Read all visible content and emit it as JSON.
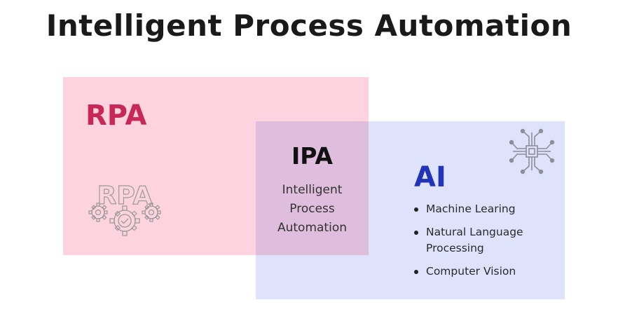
{
  "title": "Intelligent Process Automation",
  "rpa": {
    "heading": "RPA",
    "icon_name": "rpa-gears-check-icon",
    "icon_text": "RPA",
    "color": "#c8275a",
    "bg": "#fdd3df"
  },
  "ipa": {
    "heading": "IPA",
    "description_lines": [
      "Intelligent",
      "Process",
      "Automation"
    ],
    "bg": "#dfbedd"
  },
  "ai": {
    "heading": "AI",
    "icon_name": "circuit-chip-icon",
    "color": "#2233b8",
    "bg": "#dfe2fb",
    "items": [
      "Machine Learing",
      "Natural Language Processing",
      "Computer Vision"
    ]
  }
}
